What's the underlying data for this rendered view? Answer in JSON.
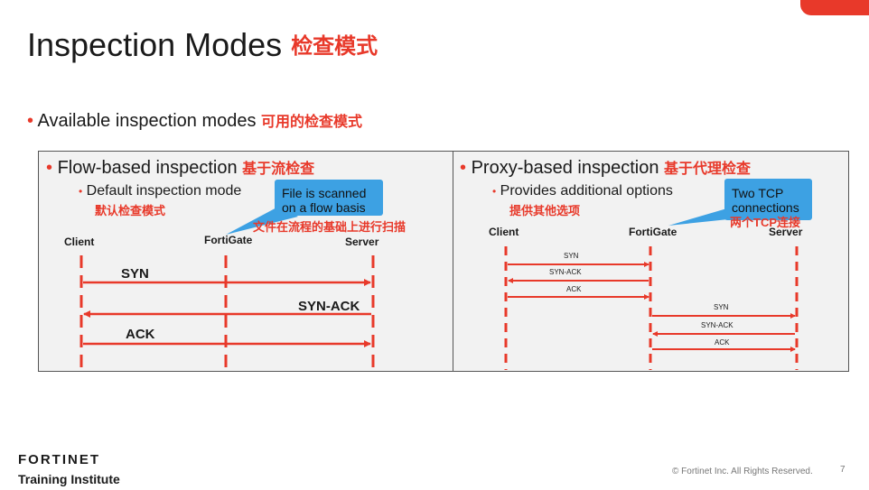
{
  "slide": {
    "title": "Inspection Modes",
    "title_cn": "检查模式",
    "bullet": "Available inspection modes",
    "bullet_cn": "可用的检查模式",
    "bullet_symbol": "•"
  },
  "flow_panel": {
    "heading": "Flow-based inspection",
    "heading_cn": "基于流检查",
    "sub": "Default inspection mode",
    "sub_cn": "默认检查模式",
    "callout_line1": "File is scanned",
    "callout_line2": "on a flow basis",
    "callout_cn": "文件在流程的基础上进行扫描",
    "nodes": {
      "client": "Client",
      "fortigate": "FortiGate",
      "server": "Server"
    },
    "messages": [
      "SYN",
      "SYN-ACK",
      "ACK"
    ]
  },
  "proxy_panel": {
    "heading": "Proxy-based inspection",
    "heading_cn": "基于代理检查",
    "sub": "Provides additional options",
    "sub_cn": "提供其他选项",
    "callout_line1": "Two TCP",
    "callout_line2": "connections",
    "callout_cn": "两个TCP连接",
    "nodes": {
      "client": "Client",
      "fortigate": "FortiGate",
      "server": "Server"
    },
    "messages": [
      "SYN",
      "SYN-ACK",
      "ACK",
      "SYN",
      "SYN-ACK",
      "ACK"
    ]
  },
  "footer": {
    "logo": "FORTINET",
    "logo_sub": "Training Institute",
    "copyright": "© Fortinet Inc. All Rights Reserved.",
    "page": "7"
  },
  "colors": {
    "accent": "#e8392a",
    "callout": "#3da1e3",
    "panel_bg": "#f2f2f2"
  }
}
